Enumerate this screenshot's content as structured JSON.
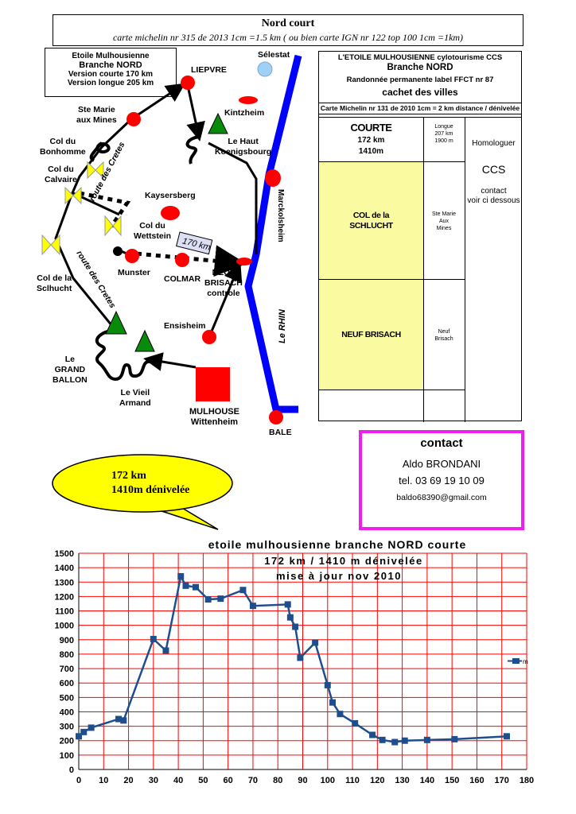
{
  "header": {
    "title": "Nord court",
    "subtitle": "carte michelin nr 315 de 2013 1cm =1.5 km  ( ou bien carte IGN nr 122 top 100 1cm =1km)"
  },
  "version_box": {
    "line1": "Etoile Mulhousienne",
    "line2": "Branche NORD",
    "line3": "Version courte 170 km",
    "line4": "Version longue 205 km"
  },
  "map": {
    "places": {
      "liepvre": "LIEPVRE",
      "selestat": "Sélestat",
      "kintzheim": "Kintzheim",
      "ste_marie": "Ste Marie\naux Mines",
      "haut_koenigsbourg": "Le Haut\nKoenigsbourg",
      "bonhomme": "Col du\nBonhomme",
      "calvaire": "Col du\nCalvaire",
      "kaysersberg": "Kaysersberg",
      "wettstein": "Col du\nWettstein",
      "munster": "Munster",
      "colmar": "COLMAR",
      "neuf_brisach": "NEUF\nBRISACH\ncontrole",
      "schlucht": "Col de la\nSclhucht",
      "ensisheim": "Ensisheim",
      "grand_ballon": "Le\nGRAND\nBALLON",
      "vieil_armand": "Le Vieil\nArmand",
      "mulhouse": "MULHOUSE\nWittenheim",
      "bale": "BALE",
      "marckolsheim": "Marckolsheim",
      "rhin": "Le RHIN",
      "route_cretes_1": "route des Cretes",
      "route_cretes_2": "route des Cretes",
      "km_tag": "170 km"
    },
    "colors": {
      "rhine": "#0000ff",
      "control": "#ff0000",
      "peak": "#008000",
      "col": "#ffff00",
      "selestat": "#9fd0f5"
    }
  },
  "table": {
    "title1": "L'ETOILE MULHOUSIENNE  cylotourisme  CCS",
    "title2": "Branche  NORD",
    "title3": "Randonnée permanente label FFCT nr 87",
    "title4": "cachet des villes",
    "carte": "Carte Michelin nr 131 de 2010  1cm = 2 km distance / dénivelée",
    "courte": "COURTE",
    "courte_km": "172 km",
    "courte_m": "1410m",
    "longue": "Longue\n207 km\n1900 m",
    "homologuer": "Homologuer",
    "ccs": "CCS",
    "contact_ci": "contact\nvoir ci dessous",
    "col_schlucht": "COL de la\nSCHLUCHT",
    "ste_marie": "Ste Marie\nAux\nMines",
    "neuf_brisach": "NEUF BRISACH",
    "neuf_small": "Neuf\nBrisach"
  },
  "contact": {
    "title": "contact",
    "name": "Aldo BRONDANI",
    "tel": "tel.  03 69 19 10 09",
    "email": "baldo68390@gmail.com"
  },
  "bubble": {
    "line1": "172 km",
    "line2": "1410m dénivelée"
  },
  "chart_data": {
    "type": "line",
    "title": "etoile mulhousienne branche NORD  courte",
    "subtitle1": "172 km / 1410 m dénivelée",
    "subtitle2": "mise à jour nov 2010",
    "xlabel": "",
    "ylabel": "",
    "xlim": [
      0,
      180
    ],
    "ylim": [
      0,
      1500
    ],
    "xticks": [
      0,
      10,
      20,
      30,
      40,
      50,
      60,
      70,
      80,
      90,
      100,
      110,
      120,
      130,
      140,
      150,
      160,
      170,
      180
    ],
    "yticks": [
      0,
      100,
      200,
      300,
      400,
      500,
      600,
      700,
      800,
      900,
      1000,
      1100,
      1200,
      1300,
      1400,
      1500
    ],
    "grid": true,
    "legend": "right",
    "series": [
      {
        "name": "m",
        "color": "#1f4e8c",
        "x": [
          0,
          2,
          5,
          16,
          18,
          30,
          35,
          41,
          43,
          47,
          52,
          57,
          66,
          70,
          84,
          85,
          87,
          89,
          95,
          100,
          102,
          105,
          111,
          118,
          122,
          127,
          131,
          140,
          151,
          172
        ],
        "y": [
          230,
          260,
          290,
          350,
          340,
          905,
          825,
          1340,
          1275,
          1265,
          1180,
          1185,
          1245,
          1135,
          1145,
          1055,
          990,
          775,
          880,
          585,
          465,
          385,
          320,
          240,
          205,
          190,
          200,
          205,
          210,
          230
        ]
      }
    ]
  }
}
